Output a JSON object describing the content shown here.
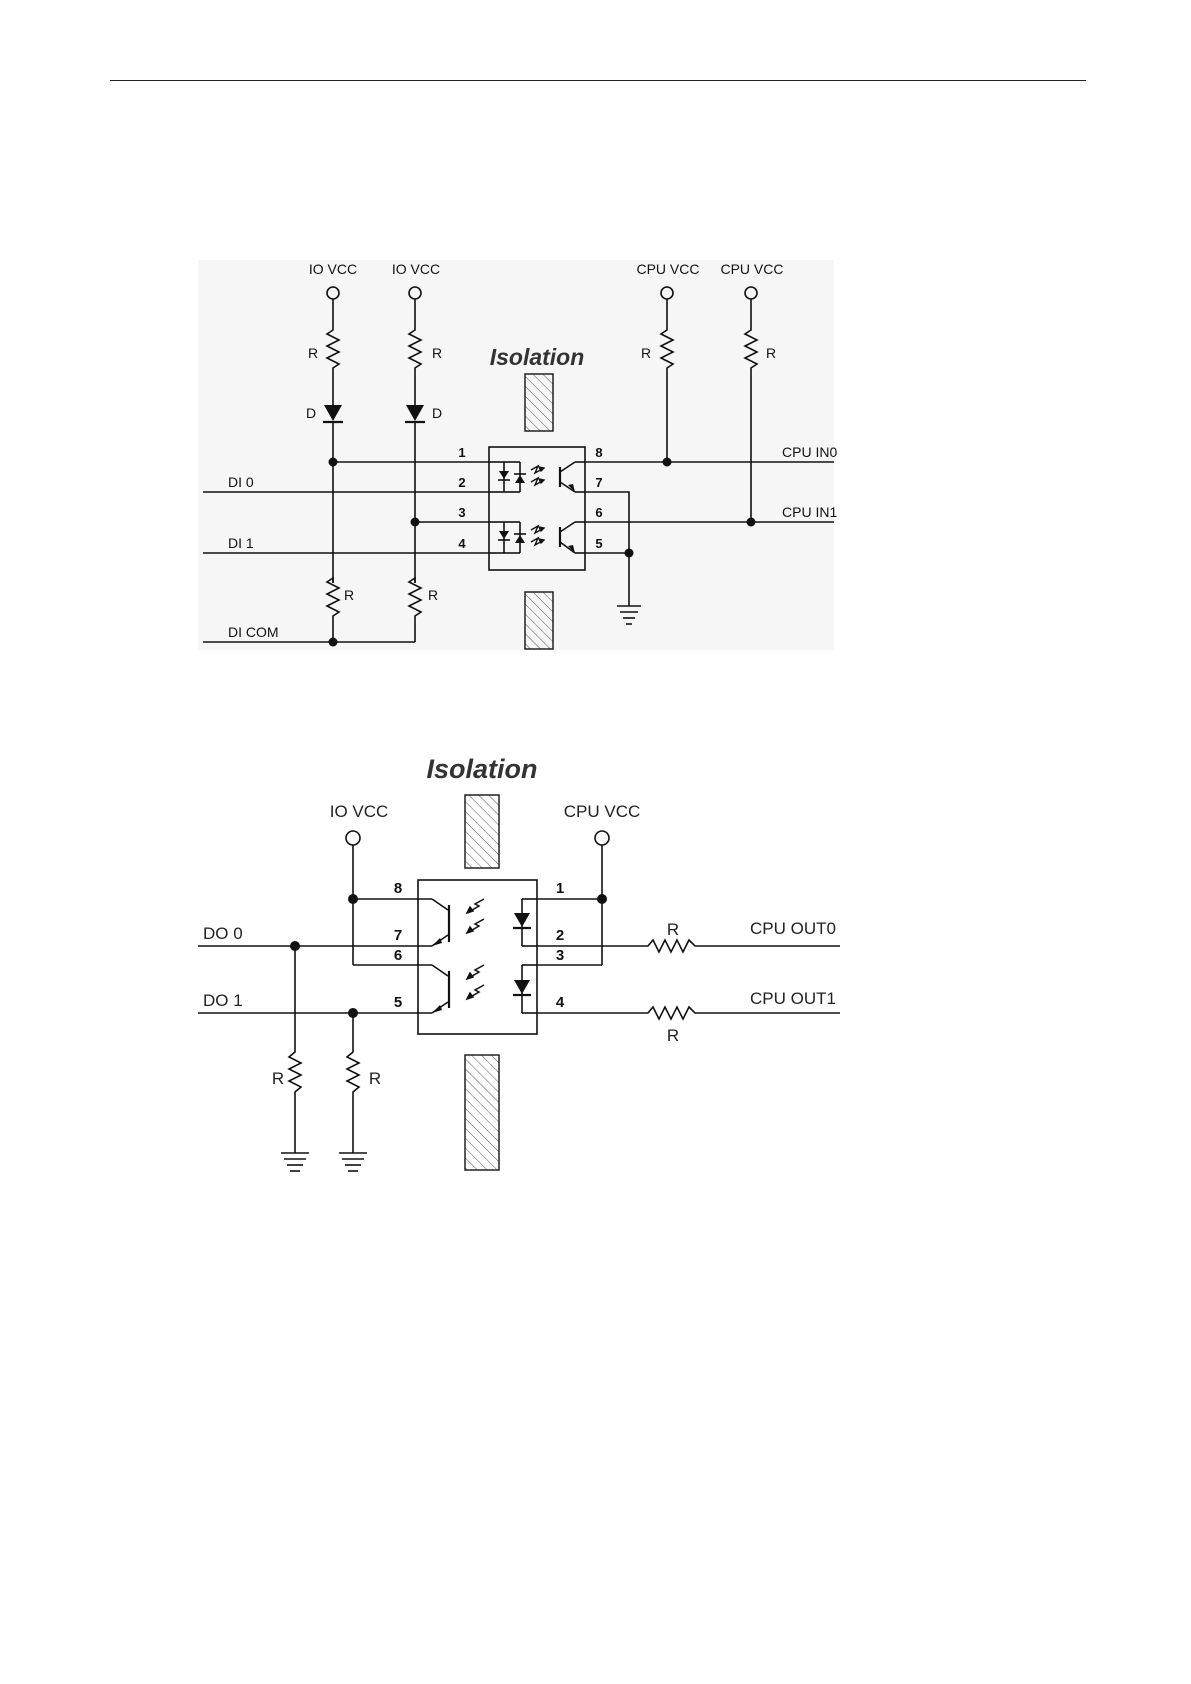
{
  "di_circuit": {
    "supply_labels": [
      "IO VCC",
      "IO VCC",
      "CPU VCC",
      "CPU VCC"
    ],
    "resistor_label": "R",
    "diode_label": "D",
    "isolation_label": "Isolation",
    "input_labels": [
      "DI 0",
      "DI 1",
      "DI COM"
    ],
    "output_labels": [
      "CPU IN0",
      "CPU IN1"
    ],
    "pins_left": [
      "1",
      "2",
      "3",
      "4"
    ],
    "pins_right": [
      "8",
      "7",
      "6",
      "5"
    ]
  },
  "do_circuit": {
    "isolation_label": "Isolation",
    "supply_labels": [
      "IO VCC",
      "CPU VCC"
    ],
    "resistor_label": "R",
    "output_labels": [
      "DO 0",
      "DO 1"
    ],
    "input_labels": [
      "CPU OUT0",
      "CPU OUT1"
    ],
    "pins_left": [
      "8",
      "7",
      "6",
      "5"
    ],
    "pins_right": [
      "1",
      "2",
      "3",
      "4"
    ]
  }
}
